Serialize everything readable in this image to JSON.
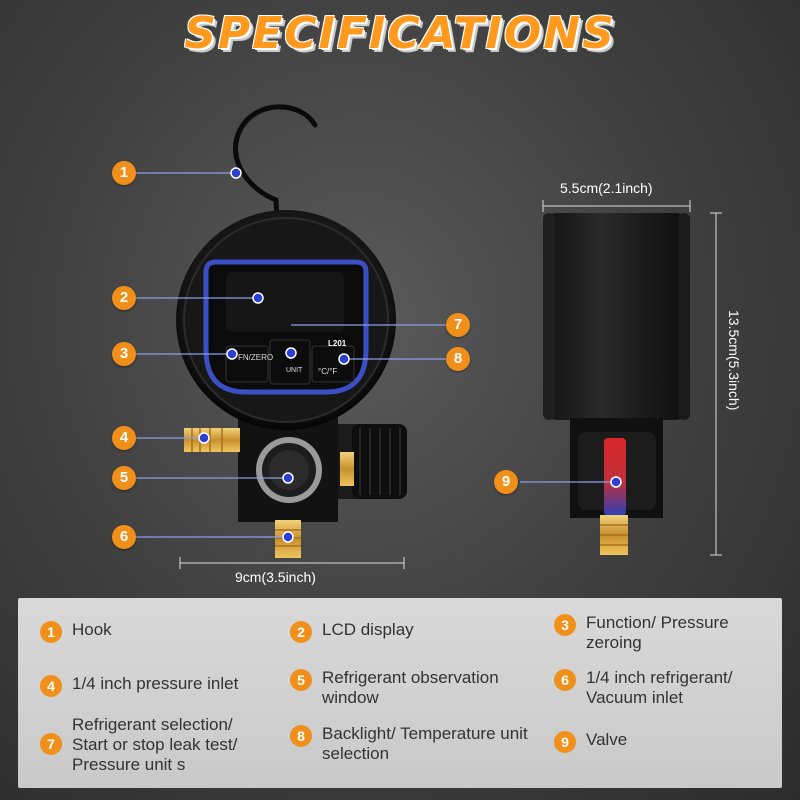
{
  "title": "SPECIFICATIONS",
  "colors": {
    "accent": "#f0901a",
    "lcd_ring": "#3b4fc4"
  },
  "device_labels": {
    "fn_zero": "FN/ZERO",
    "unit": "UNIT",
    "temp": "°C/°F",
    "model": "L201"
  },
  "dimensions": {
    "width_front": "9cm(3.5inch)",
    "width_side": "5.5cm(2.1inch)",
    "height": "13.5cm(5.3inch)"
  },
  "callouts": [
    "1",
    "2",
    "3",
    "4",
    "5",
    "6",
    "7",
    "8",
    "9"
  ],
  "legend": [
    {
      "num": "1",
      "text": "Hook"
    },
    {
      "num": "2",
      "text": "LCD display"
    },
    {
      "num": "3",
      "text": "Function/ Pressure zeroing"
    },
    {
      "num": "4",
      "text": "1/4 inch pressure inlet"
    },
    {
      "num": "5",
      "text": "Refrigerant observation window"
    },
    {
      "num": "6",
      "text": "1/4 inch refrigerant/ Vacuum inlet"
    },
    {
      "num": "7",
      "text": "Refrigerant selection/ Start or stop leak test/ Pressure unit s"
    },
    {
      "num": "8",
      "text": "Backlight/ Temperature unit selection"
    },
    {
      "num": "9",
      "text": "Valve"
    }
  ]
}
